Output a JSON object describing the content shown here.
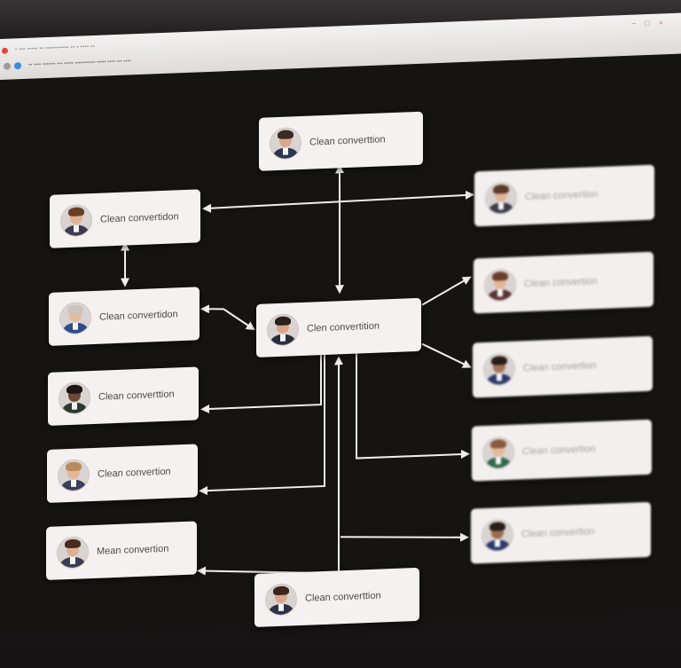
{
  "browser": {
    "tab_text": "• ••• ••••• •• ••••••••••• •• • •••• ••",
    "url_text": "•• •••• ••••••• ••• ••••• ••••••••••• ••••• •••• ••• ••••",
    "minimize_glyph": "−",
    "maximize_glyph": "□",
    "close_glyph": "×"
  },
  "nodes": {
    "top": {
      "label": "Clean converttion",
      "avatar": {
        "hair": "#3a2a22",
        "body": "#2b3550",
        "skin": "#d9a98a"
      }
    },
    "left_1": {
      "label": "Clean convertidon",
      "avatar": {
        "hair": "#6a3f26",
        "body": "#3d3a52",
        "skin": "#e0b293"
      }
    },
    "left_2": {
      "label": "Clean convertidon",
      "avatar": {
        "hair": "#c9c4c0",
        "body": "#2f4c86",
        "skin": "#e4bca2"
      }
    },
    "center": {
      "label": "Clen convertition",
      "avatar": {
        "hair": "#2a1f1b",
        "body": "#2a2d3a",
        "skin": "#d8a587"
      }
    },
    "left_3": {
      "label": "Clean converttion",
      "avatar": {
        "hair": "#1d1715",
        "body": "#2a3a2e",
        "skin": "#6b4a36"
      }
    },
    "left_4": {
      "label": "Clean convertion",
      "avatar": {
        "hair": "#b88a5e",
        "body": "#3b3f58",
        "skin": "#e3b896"
      }
    },
    "left_5": {
      "label": "Mean convertion",
      "avatar": {
        "hair": "#4a2c1e",
        "body": "#3a3d50",
        "skin": "#deb094"
      }
    },
    "bottom": {
      "label": "Clean converttion",
      "avatar": {
        "hair": "#3a261d",
        "body": "#2c3246",
        "skin": "#d9a88a"
      }
    },
    "right_1": {
      "label": "Clean convertion",
      "avatar": {
        "hair": "#5b3b2b",
        "body": "#3e3b48",
        "skin": "#e1b599"
      }
    },
    "right_2": {
      "label": "Clean convertion",
      "avatar": {
        "hair": "#6b3d28",
        "body": "#5a3434",
        "skin": "#e3b598"
      }
    },
    "right_3": {
      "label": "Clean convertion",
      "avatar": {
        "hair": "#2a1d18",
        "body": "#2d3a68",
        "skin": "#a5735a"
      }
    },
    "right_4": {
      "label": "Clean convertion",
      "avatar": {
        "hair": "#8a5a3c",
        "body": "#2f6a4a",
        "skin": "#e4b99a"
      }
    },
    "right_5": {
      "label": "Clean convertion",
      "avatar": {
        "hair": "#2a1f1a",
        "body": "#2c3a6c",
        "skin": "#9c6b50"
      }
    }
  },
  "colors": {
    "background": "#161313",
    "card": "#f4f1f0",
    "connector": "#f1eeed",
    "label": "#4c4a4c"
  }
}
